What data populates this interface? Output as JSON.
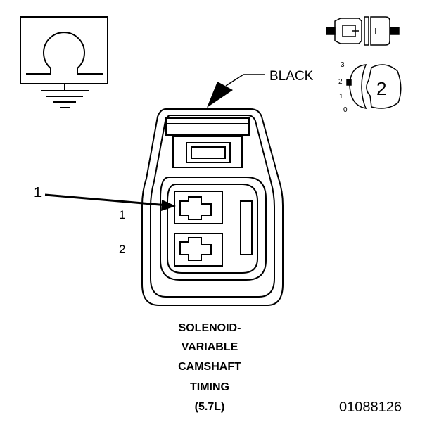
{
  "symbol": {
    "icon": "ground-omega-symbol-icon",
    "glyph": "Ω"
  },
  "connector": {
    "color_callout": "BLACK",
    "pin_callout_number": "1",
    "cavity_labels": [
      "1",
      "2"
    ]
  },
  "mini_view": {
    "badge": "2",
    "scale": [
      "3",
      "2",
      "1",
      "0"
    ]
  },
  "title_lines": [
    "SOLENOID-",
    "VARIABLE",
    "CAMSHAFT",
    "TIMING",
    "(5.7L)"
  ],
  "figure_id": "01088126"
}
